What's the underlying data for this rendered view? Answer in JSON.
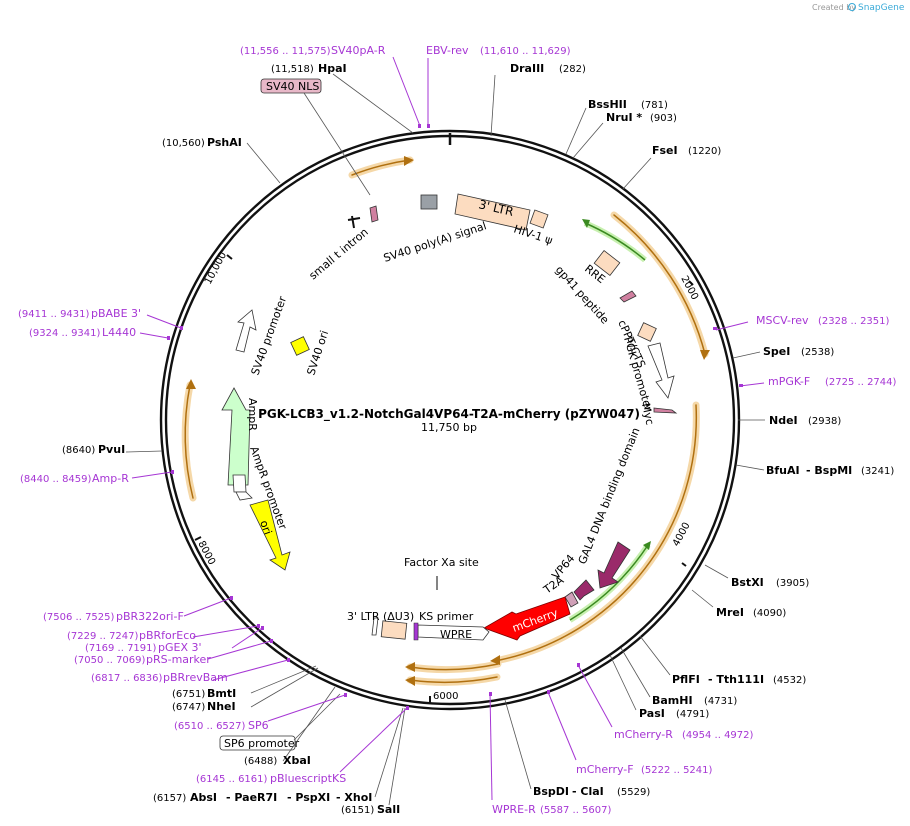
{
  "credit": {
    "text": "Created by",
    "brand": "SnapGene"
  },
  "plasmid": {
    "name": "PGK-LCB3_v1.2-NotchGal4VP64-T2A-mCherry (pZYW047)",
    "size": "11,750 bp"
  },
  "ticks": {
    "t2000": "2000",
    "t4000": "4000",
    "t6000": "6000",
    "t8000": "8000",
    "t10000": "10,000"
  },
  "sites": {
    "draiii": {
      "name": "DraIII",
      "pos": "(282)"
    },
    "bsshii": {
      "name": "BssHII",
      "pos": "(781)"
    },
    "nrui": {
      "name": "NruI *",
      "pos": "(903)"
    },
    "fsei": {
      "name": "FseI",
      "pos": "(1220)"
    },
    "spei": {
      "name": "SpeI",
      "pos": "(2538)"
    },
    "ndei": {
      "name": "NdeI",
      "pos": "(2938)"
    },
    "bfuai": {
      "name": "BfuAI",
      "name2": "- BspMI",
      "pos": "(3241)"
    },
    "bstxi": {
      "name": "BstXI",
      "pos": "(3905)"
    },
    "mrei": {
      "name": "MreI",
      "pos": "(4090)"
    },
    "pflfi": {
      "name": "PflFI",
      "name2": "- Tth111I",
      "pos": "(4532)"
    },
    "bamhi": {
      "name": "BamHI",
      "pos": "(4731)"
    },
    "pasi": {
      "name": "PasI",
      "pos": "(4791)"
    },
    "bspdi": {
      "name": "BspDI",
      "name2": "- ClaI",
      "pos": "(5529)"
    },
    "sali": {
      "name": "SalI",
      "pos": "(6151)"
    },
    "absi": {
      "pos": "(6157)",
      "name": "AbsI",
      "name2": "- PaeR7I",
      "name3": "- PspXI",
      "name4": "- XhoI"
    },
    "xbai": {
      "name": "XbaI",
      "pos": "(6488)"
    },
    "nhei": {
      "name": "NheI",
      "pos": "(6747)"
    },
    "bmti": {
      "name": "BmtI",
      "pos": "(6751)"
    },
    "pvui": {
      "name": "PvuI",
      "pos": "(8640)"
    },
    "pshai": {
      "name": "PshAI",
      "pos": "(10,560)"
    },
    "hpai": {
      "name": "HpaI",
      "pos": "(11,518)"
    }
  },
  "primers": {
    "sv40pa_r": {
      "name": "SV40pA-R",
      "pos": "(11,556 .. 11,575)"
    },
    "ebv_rev": {
      "name": "EBV-rev",
      "pos": "(11,610 .. 11,629)"
    },
    "mscv_rev": {
      "name": "MSCV-rev",
      "pos": "(2328 .. 2351)"
    },
    "mpgk_f": {
      "name": "mPGK-F",
      "pos": "(2725 .. 2744)"
    },
    "mcherry_r": {
      "name": "mCherry-R",
      "pos": "(4954 .. 4972)"
    },
    "mcherry_f": {
      "name": "mCherry-F",
      "pos": "(5222 .. 5241)"
    },
    "wpre_r": {
      "name": "WPRE-R",
      "pos": "(5587 .. 5607)"
    },
    "pbluescriptks": {
      "name": "pBluescriptKS",
      "pos": "(6145 .. 6161)"
    },
    "sp6": {
      "name": "SP6",
      "pos": "(6510 .. 6527)"
    },
    "pbrrevbam": {
      "name": "pBRrevBam",
      "pos": "(6817 .. 6836)"
    },
    "prs_marker": {
      "name": "pRS-marker",
      "pos": "(7050 .. 7069)"
    },
    "pgex3": {
      "name": "pGEX 3'",
      "pos": "(7169 .. 7191)"
    },
    "pbrforeco": {
      "name": "pBRforEco",
      "pos": "(7229 .. 7247)"
    },
    "pbr322ori_f": {
      "name": "pBR322ori-F",
      "pos": "(7506 .. 7525)"
    },
    "amp_r": {
      "name": "Amp-R",
      "pos": "(8440 .. 8459)"
    },
    "l4440": {
      "name": "L4440",
      "pos": "(9324 .. 9341)"
    },
    "pbabe3": {
      "name": "pBABE 3'",
      "pos": "(9411 .. 9431)"
    }
  },
  "features": {
    "sv40nls": "SV40 NLS",
    "sp6_promoter": "SP6 promoter",
    "ltr3": "3' LTR",
    "hiv1psi": "HIV-1 ψ",
    "sv40polya": "SV40 poly(A) signal",
    "small_t": "small t intron",
    "rre": "RRE",
    "gp41": "gp41 peptide",
    "cppt": "cPPT/CTS",
    "pgk": "PGK promoter",
    "myc": "Myc",
    "gal4": "GAL4 DNA binding domain",
    "vp64": "VP64",
    "t2a": "T2A",
    "mcherry": "mCherry",
    "wpre": "WPRE",
    "ks_primer": "KS primer",
    "ltr3_du3": "3' LTR (ΔU3)",
    "factor_xa": "Factor Xa site",
    "ori": "ori",
    "ampr": "AmpR",
    "ampr_promoter": "AmpR promoter",
    "sv40_promoter": "SV40 promoter",
    "sv40_ori": "SV40 ori"
  },
  "colors": {
    "backbone": "#111111",
    "primer": "#a636d4",
    "orange_arc": "#e0a030",
    "green_arc": "#55a030",
    "mcherry": "#ff0000",
    "gal4": "#9a2a6a",
    "ltr": "#fcdcc0",
    "nls": "#e8b8c8",
    "ori": "#ffff00",
    "ampr": "#ccffcc"
  }
}
